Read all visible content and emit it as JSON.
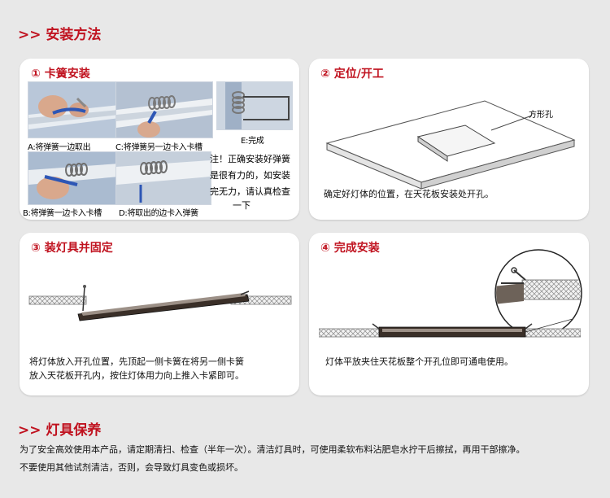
{
  "sections": {
    "install_method": "安装方法",
    "maintenance": "灯具保养"
  },
  "steps": {
    "step1": {
      "title": "① 卡簧安装",
      "caption_a": "A:将弹簧一边取出",
      "caption_c": "C:将弹簧另一边卡入卡槽",
      "caption_e": "E:完成",
      "caption_b": "B:将弹簧一边卡入卡槽",
      "caption_d": "D:将取出的边卡入弹簧",
      "note_lines": [
        "注！正确安装好弹簧",
        "是很有力的，如安装",
        "完无力，请认真检查",
        "一下"
      ]
    },
    "step2": {
      "title": "② 定位/开工",
      "label_hole": "方形孔",
      "description": "确定好灯体的位置，在天花板安装处开孔。"
    },
    "step3": {
      "title": "③ 装灯具并固定",
      "description_lines": [
        "将灯体放入开孔位置，先顶起一侧卡簧在将另一侧卡簧",
        "放入天花板开孔内，按住灯体用力向上推入卡紧即可。"
      ]
    },
    "step4": {
      "title": "④ 完成安装",
      "description": "灯体平放夹住天花板整个开孔位即可通电使用。"
    }
  },
  "maintenance_text": {
    "line1": "为了安全高效使用本产品，请定期清扫、检查（半年一次）。清洁灯具时，可使用柔软布料沾肥皂水拧干后擦拭，再用干部擦净。",
    "line2": "不要使用其他试剂清洁，否则，会导致灯具变色或损坏。"
  },
  "colors": {
    "accent": "#c0121f",
    "background": "#e8e8e8",
    "card": "#ffffff"
  }
}
